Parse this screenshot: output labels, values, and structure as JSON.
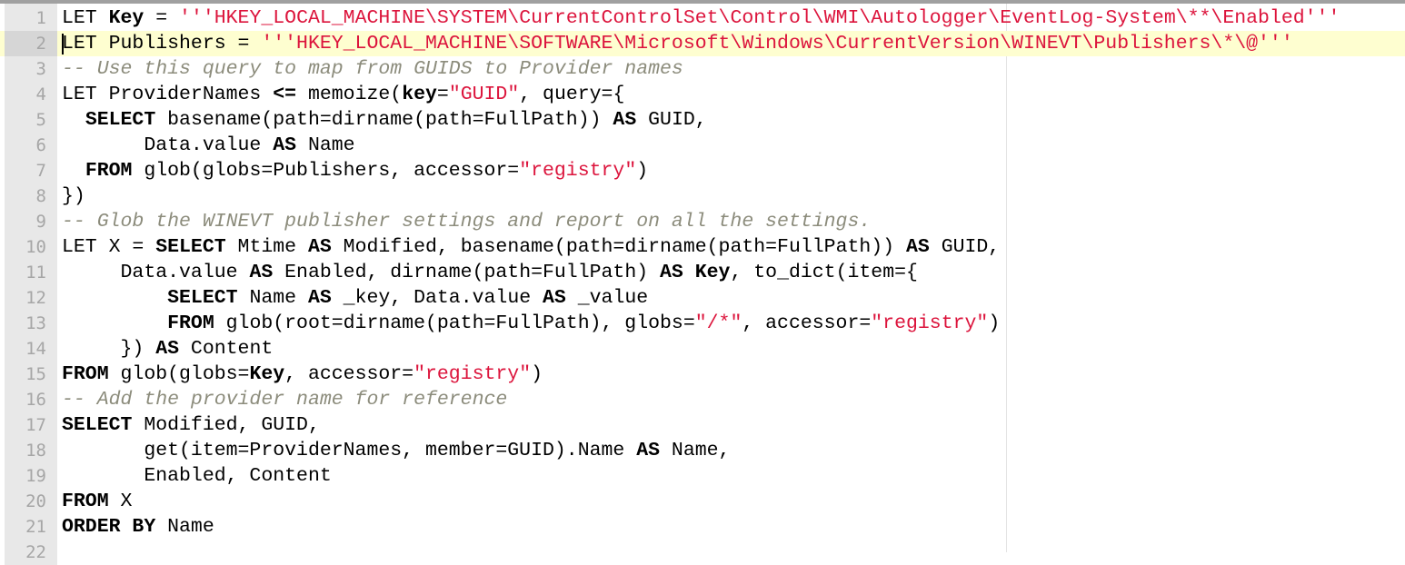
{
  "editor": {
    "current_line": 2,
    "colors": {
      "string": "#dc143c",
      "comment": "#8c8c7c",
      "current_line_bg": "#fefed0"
    },
    "lines": [
      {
        "n": "1",
        "t": [
          [
            "p",
            "LET "
          ],
          [
            "k",
            "Key"
          ],
          [
            "p",
            " = "
          ],
          [
            "s",
            "'''HKEY_LOCAL_MACHINE\\SYSTEM\\CurrentControlSet\\Control\\WMI\\Autologger\\EventLog-System\\**\\Enabled'''"
          ]
        ]
      },
      {
        "n": "2",
        "t": [
          [
            "p",
            "LET Publishers = "
          ],
          [
            "s",
            "'''HKEY_LOCAL_MACHINE\\SOFTWARE\\Microsoft\\Windows\\CurrentVersion\\WINEVT\\Publishers\\*\\@'''"
          ]
        ]
      },
      {
        "n": "3",
        "t": [
          [
            "c",
            "-- Use this query to map from GUIDS to Provider names"
          ]
        ]
      },
      {
        "n": "4",
        "t": [
          [
            "p",
            "LET ProviderNames "
          ],
          [
            "k",
            "<="
          ],
          [
            "p",
            " memoize("
          ],
          [
            "k",
            "key"
          ],
          [
            "p",
            "="
          ],
          [
            "s",
            "\"GUID\""
          ],
          [
            "p",
            ", query={"
          ]
        ]
      },
      {
        "n": "5",
        "t": [
          [
            "p",
            "  "
          ],
          [
            "k",
            "SELECT"
          ],
          [
            "p",
            " basename(path=dirname(path=FullPath)) "
          ],
          [
            "k",
            "AS"
          ],
          [
            "p",
            " GUID,"
          ]
        ]
      },
      {
        "n": "6",
        "t": [
          [
            "p",
            "       Data.value "
          ],
          [
            "k",
            "AS"
          ],
          [
            "p",
            " Name"
          ]
        ]
      },
      {
        "n": "7",
        "t": [
          [
            "p",
            "  "
          ],
          [
            "k",
            "FROM"
          ],
          [
            "p",
            " glob(globs=Publishers, accessor="
          ],
          [
            "s",
            "\"registry\""
          ],
          [
            "p",
            ")"
          ]
        ]
      },
      {
        "n": "8",
        "t": [
          [
            "p",
            "})"
          ]
        ]
      },
      {
        "n": "9",
        "t": [
          [
            "c",
            "-- Glob the WINEVT publisher settings and report on all the settings."
          ]
        ]
      },
      {
        "n": "10",
        "t": [
          [
            "p",
            "LET X = "
          ],
          [
            "k",
            "SELECT"
          ],
          [
            "p",
            " Mtime "
          ],
          [
            "k",
            "AS"
          ],
          [
            "p",
            " Modified, basename(path=dirname(path=FullPath)) "
          ],
          [
            "k",
            "AS"
          ],
          [
            "p",
            " GUID,"
          ]
        ]
      },
      {
        "n": "11",
        "t": [
          [
            "p",
            "     Data.value "
          ],
          [
            "k",
            "AS"
          ],
          [
            "p",
            " Enabled, dirname(path=FullPath) "
          ],
          [
            "k",
            "AS"
          ],
          [
            "p",
            " "
          ],
          [
            "k",
            "Key"
          ],
          [
            "p",
            ", to_dict(item={"
          ]
        ]
      },
      {
        "n": "12",
        "t": [
          [
            "p",
            "         "
          ],
          [
            "k",
            "SELECT"
          ],
          [
            "p",
            " Name "
          ],
          [
            "k",
            "AS"
          ],
          [
            "p",
            " _key, Data.value "
          ],
          [
            "k",
            "AS"
          ],
          [
            "p",
            " _value"
          ]
        ]
      },
      {
        "n": "13",
        "t": [
          [
            "p",
            "         "
          ],
          [
            "k",
            "FROM"
          ],
          [
            "p",
            " glob(root=dirname(path=FullPath), globs="
          ],
          [
            "s",
            "\"/*\""
          ],
          [
            "p",
            ", accessor="
          ],
          [
            "s",
            "\"registry\""
          ],
          [
            "p",
            ")"
          ]
        ]
      },
      {
        "n": "14",
        "t": [
          [
            "p",
            "     }) "
          ],
          [
            "k",
            "AS"
          ],
          [
            "p",
            " Content"
          ]
        ]
      },
      {
        "n": "15",
        "t": [
          [
            "k",
            "FROM"
          ],
          [
            "p",
            " glob(globs="
          ],
          [
            "k",
            "Key"
          ],
          [
            "p",
            ", accessor="
          ],
          [
            "s",
            "\"registry\""
          ],
          [
            "p",
            ")"
          ]
        ]
      },
      {
        "n": "16",
        "t": [
          [
            "c",
            "-- Add the provider name for reference"
          ]
        ]
      },
      {
        "n": "17",
        "t": [
          [
            "k",
            "SELECT"
          ],
          [
            "p",
            " Modified, GUID,"
          ]
        ]
      },
      {
        "n": "18",
        "t": [
          [
            "p",
            "       get(item=ProviderNames, member=GUID).Name "
          ],
          [
            "k",
            "AS"
          ],
          [
            "p",
            " Name,"
          ]
        ]
      },
      {
        "n": "19",
        "t": [
          [
            "p",
            "       Enabled, Content"
          ]
        ]
      },
      {
        "n": "20",
        "t": [
          [
            "k",
            "FROM"
          ],
          [
            "p",
            " X"
          ]
        ]
      },
      {
        "n": "21",
        "t": [
          [
            "k",
            "ORDER BY"
          ],
          [
            "p",
            " Name"
          ]
        ]
      },
      {
        "n": "22",
        "t": []
      }
    ]
  }
}
